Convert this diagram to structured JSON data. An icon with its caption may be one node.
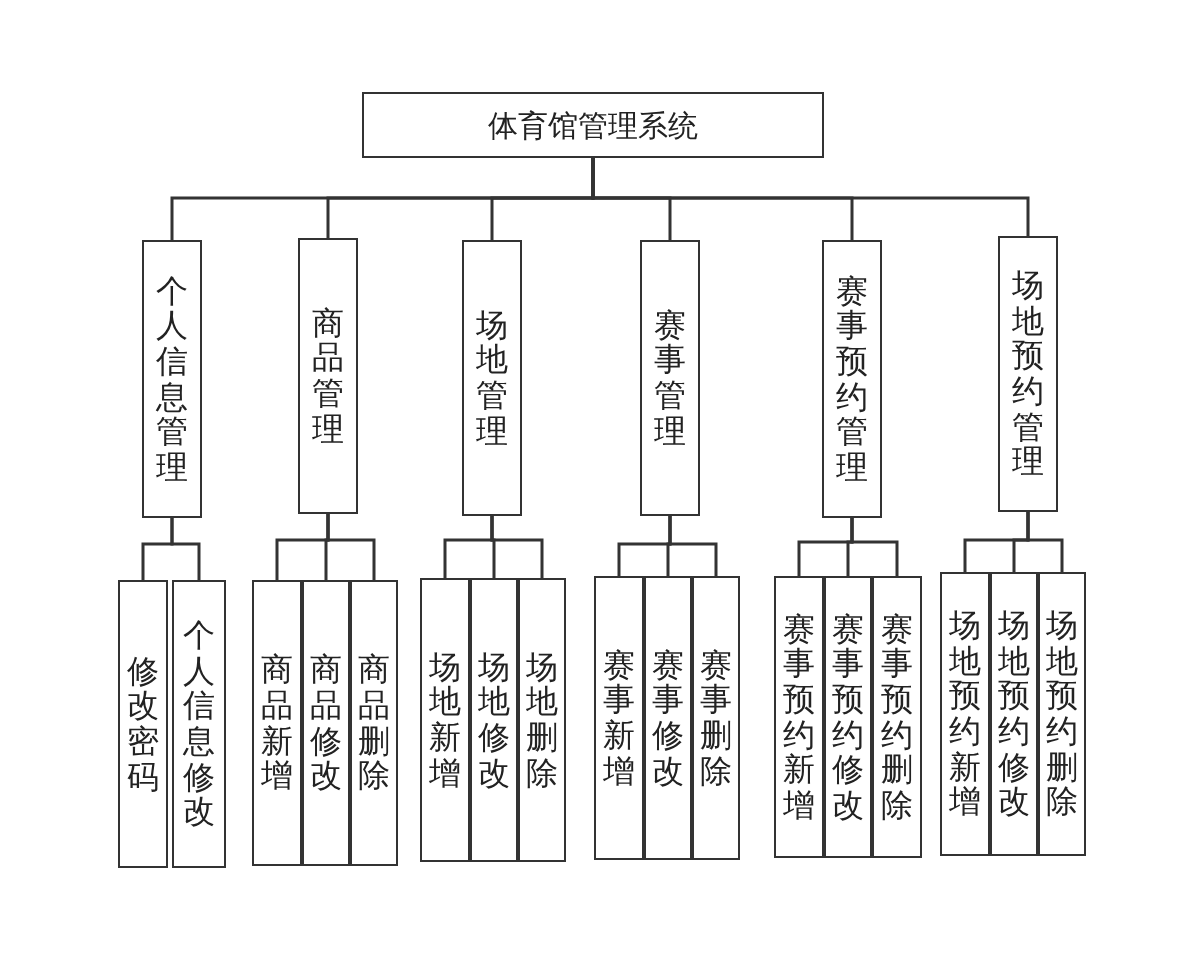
{
  "diagram": {
    "nodes": [
      {
        "text": [
          "体育馆管理系统"
        ]
      },
      {
        "text": [
          "个人信息管理"
        ]
      },
      {
        "text": [
          "商品管理"
        ]
      },
      {
        "text": [
          "场地管理"
        ]
      },
      {
        "text": [
          "赛事管理"
        ]
      },
      {
        "text": [
          "赛事预约管理"
        ]
      },
      {
        "text": [
          "场地预约管理"
        ]
      },
      {
        "text": [
          "修改密码"
        ]
      },
      {
        "text": [
          "个人信息修改"
        ]
      },
      {
        "text": [
          "商品新增"
        ]
      },
      {
        "text": [
          "商品修改"
        ]
      },
      {
        "text": [
          "商品删除"
        ]
      },
      {
        "text": [
          "场地新增"
        ]
      },
      {
        "text": [
          "场地修改"
        ]
      },
      {
        "text": [
          "场地删除"
        ]
      },
      {
        "text": [
          "赛事新增"
        ]
      },
      {
        "text": [
          "赛事修改"
        ]
      },
      {
        "text": [
          "赛事删除"
        ]
      },
      {
        "text": [
          "赛事预约新增"
        ]
      },
      {
        "text": [
          "赛事预约修改"
        ]
      },
      {
        "text": [
          "赛事预约删除"
        ]
      },
      {
        "text": [
          "场地预约新增"
        ]
      },
      {
        "text": [
          "场地预约修改"
        ]
      },
      {
        "text": [
          "场地预约删除"
        ]
      }
    ],
    "edges": [
      {
        "from": 0,
        "to": 1,
        "arrow": "none"
      },
      {
        "from": 0,
        "to": 2,
        "arrow": "none"
      },
      {
        "from": 0,
        "to": 3,
        "arrow": "none"
      },
      {
        "from": 0,
        "to": 4,
        "arrow": "none"
      },
      {
        "from": 0,
        "to": 5,
        "arrow": "none"
      },
      {
        "from": 0,
        "to": 6,
        "arrow": "none"
      },
      {
        "from": 1,
        "to": 7,
        "arrow": "none"
      },
      {
        "from": 1,
        "to": 8,
        "arrow": "none"
      },
      {
        "from": 2,
        "to": 9,
        "arrow": "none"
      },
      {
        "from": 2,
        "to": 10,
        "arrow": "none"
      },
      {
        "from": 2,
        "to": 11,
        "arrow": "none"
      },
      {
        "from": 3,
        "to": 12,
        "arrow": "none"
      },
      {
        "from": 3,
        "to": 13,
        "arrow": "none"
      },
      {
        "from": 3,
        "to": 14,
        "arrow": "none"
      },
      {
        "from": 4,
        "to": 15,
        "arrow": "none"
      },
      {
        "from": 4,
        "to": 16,
        "arrow": "none"
      },
      {
        "from": 4,
        "to": 17,
        "arrow": "none"
      },
      {
        "from": 5,
        "to": 18,
        "arrow": "none"
      },
      {
        "from": 5,
        "to": 19,
        "arrow": "none"
      },
      {
        "from": 5,
        "to": 20,
        "arrow": "none"
      },
      {
        "from": 6,
        "to": 21,
        "arrow": "none"
      },
      {
        "from": 6,
        "to": 22,
        "arrow": "none"
      },
      {
        "from": 6,
        "to": 23,
        "arrow": "none"
      }
    ]
  }
}
